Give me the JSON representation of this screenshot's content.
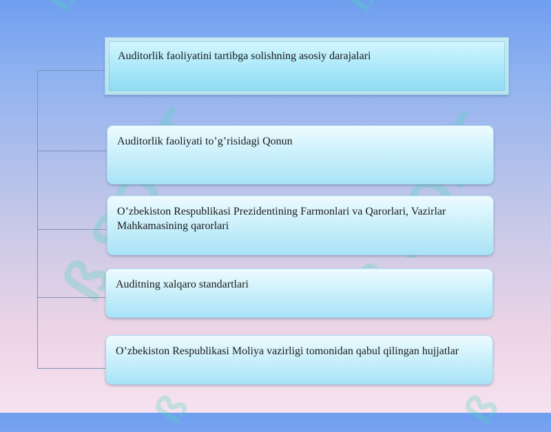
{
  "watermark": {
    "text": "SOFT",
    "logo_glyph": "ß",
    "color": "#50d7be"
  },
  "diagram": {
    "header": "Auditorlik faoliyatini tartibga solishning asosiy darajalari",
    "items": [
      "Auditorlik faoliyati to’g’risidagi Qonun",
      "O’zbekiston Respublikasi Prezidentining Farmonlari va Qarorlari, Vazirlar Mahkamasining qarorlari",
      "Auditning xalqaro standartlari",
      "O’zbekiston Respublikasi Moliya vazirligi tomonidan qabul qilingan hujjatlar"
    ]
  },
  "colors": {
    "box_fill": "#cdf1fb",
    "connector": "#7b93b8",
    "background_top": "#6f9ef0",
    "background_bottom": "#f6e2ef"
  }
}
